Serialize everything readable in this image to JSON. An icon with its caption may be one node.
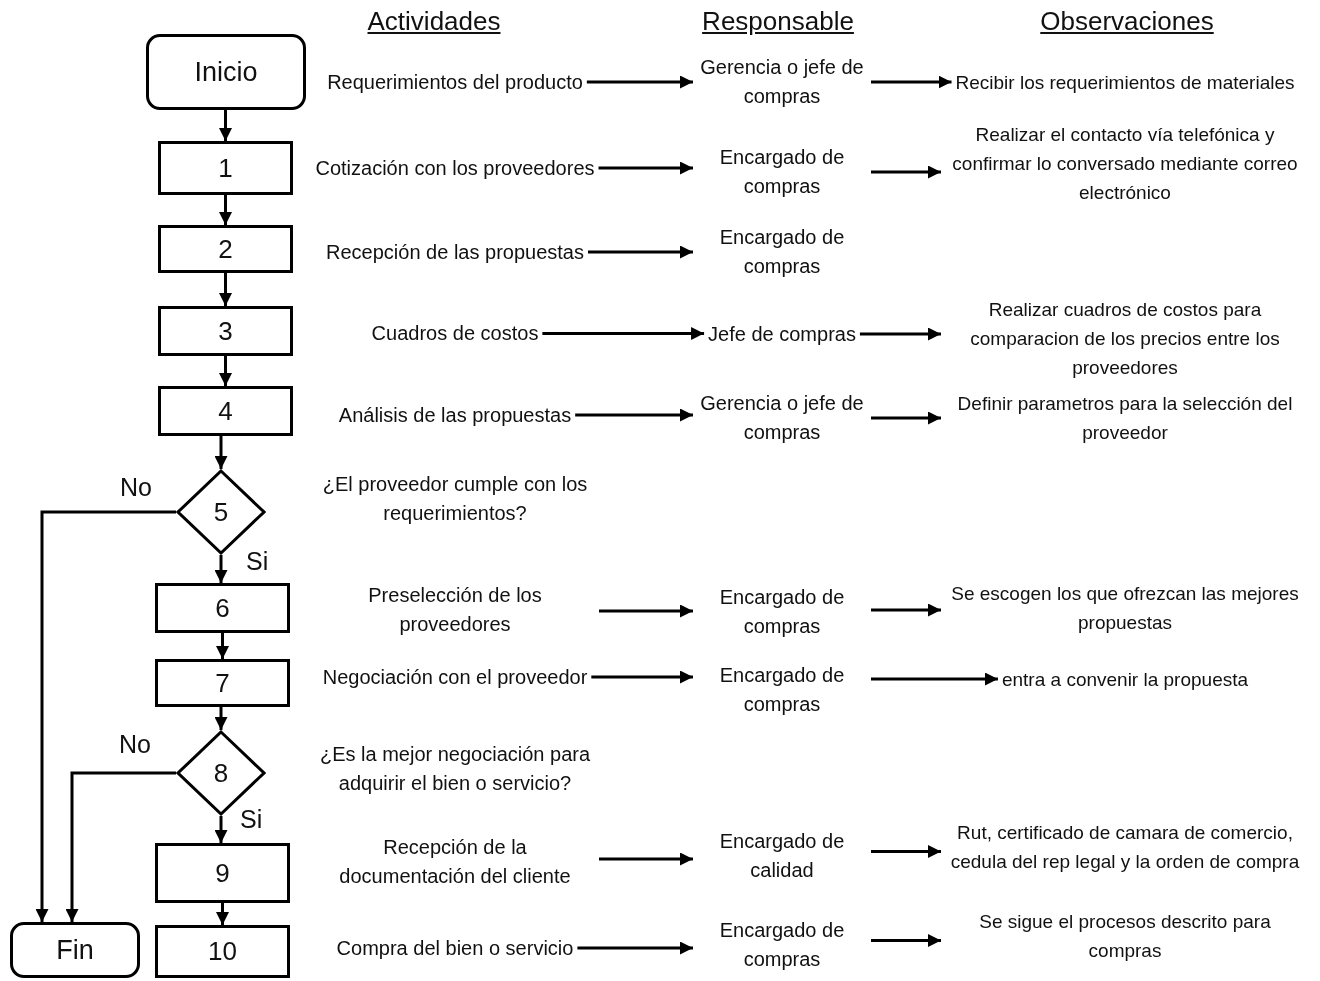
{
  "diagram": {
    "nodes": [
      {
        "text": [
          "Inicio"
        ]
      },
      {
        "text": [
          "Requerimientos del producto"
        ]
      },
      {
        "text": [
          "Gerencia o jefe de compras"
        ]
      },
      {
        "text": [
          "Recibir los requerimientos de materiales"
        ]
      },
      {
        "text": [
          "1"
        ]
      },
      {
        "text": [
          "Cotización con los proveedores"
        ]
      },
      {
        "text": [
          "Encargado de compras"
        ]
      },
      {
        "text": [
          "Realizar el contacto vía telefónica y confirmar lo conversado mediante correo electrónico"
        ]
      },
      {
        "text": [
          "2"
        ]
      },
      {
        "text": [
          "Recepción de las propuestas"
        ]
      },
      {
        "text": [
          "Encargado de compras"
        ]
      },
      {
        "text": [
          "3"
        ]
      },
      {
        "text": [
          "Cuadros de costos"
        ]
      },
      {
        "text": [
          "Jefe de compras"
        ]
      },
      {
        "text": [
          "Realizar cuadros de costos para comparacion de los precios entre los proveedores"
        ]
      },
      {
        "text": [
          "4"
        ]
      },
      {
        "text": [
          "Análisis de las propuestas"
        ]
      },
      {
        "text": [
          "Gerencia o jefe de compras"
        ]
      },
      {
        "text": [
          "Definir parametros para la selección del proveedor"
        ]
      },
      {
        "text": [
          "5"
        ],
        "beside": [
          "¿El proveedor cumple con los requerimientos?"
        ]
      },
      {
        "text": [
          "6"
        ]
      },
      {
        "text": [
          "Preselección de los proveedores"
        ]
      },
      {
        "text": [
          "Encargado de compras"
        ]
      },
      {
        "text": [
          "Se escogen los que ofrezcan las mejores propuestas"
        ]
      },
      {
        "text": [
          "7"
        ]
      },
      {
        "text": [
          "Negociación con el proveedor"
        ]
      },
      {
        "text": [
          "Encargado de compras"
        ]
      },
      {
        "text": [
          "entra a convenir la propuesta"
        ]
      },
      {
        "text": [
          "8"
        ],
        "beside": [
          "¿Es la mejor negociación para adquirir el bien o servicio?"
        ]
      },
      {
        "text": [
          "9"
        ]
      },
      {
        "text": [
          "Recepción de la documentación del cliente"
        ]
      },
      {
        "text": [
          "Encargado de calidad"
        ]
      },
      {
        "text": [
          "Rut, certificado de camara de comercio, cedula del rep legal y la orden de compra"
        ]
      },
      {
        "text": [
          "Fin"
        ]
      },
      {
        "text": [
          "10"
        ]
      },
      {
        "text": [
          "Compra del bien o servicio"
        ]
      },
      {
        "text": [
          "Encargado de compras"
        ]
      },
      {
        "text": [
          "Se sigue el procesos descrito para compras"
        ]
      }
    ],
    "edges": [
      {
        "from": 0,
        "to": 4,
        "arrow": "to"
      },
      {
        "from": 4,
        "to": 8,
        "arrow": "to"
      },
      {
        "from": 8,
        "to": 11,
        "arrow": "to"
      },
      {
        "from": 11,
        "to": 15,
        "arrow": "to"
      },
      {
        "from": 15,
        "to": 19,
        "arrow": "to"
      },
      {
        "from": 19,
        "to": 20,
        "arrow": "to",
        "label": "Si"
      },
      {
        "from": 19,
        "to": 33,
        "arrow": "to",
        "label": "No"
      },
      {
        "from": 20,
        "to": 24,
        "arrow": "to"
      },
      {
        "from": 24,
        "to": 28,
        "arrow": "to"
      },
      {
        "from": 28,
        "to": 29,
        "arrow": "to",
        "label": "Si"
      },
      {
        "from": 28,
        "to": 33,
        "arrow": "to",
        "label": "No"
      },
      {
        "from": 29,
        "to": 34,
        "arrow": "to"
      },
      {
        "from": 1,
        "to": 2,
        "arrow": "to"
      },
      {
        "from": 2,
        "to": 3,
        "arrow": "to"
      },
      {
        "from": 5,
        "to": 6,
        "arrow": "to"
      },
      {
        "from": 6,
        "to": 7,
        "arrow": "to"
      },
      {
        "from": 9,
        "to": 10,
        "arrow": "to"
      },
      {
        "from": 12,
        "to": 13,
        "arrow": "to"
      },
      {
        "from": 13,
        "to": 14,
        "arrow": "to"
      },
      {
        "from": 16,
        "to": 17,
        "arrow": "to"
      },
      {
        "from": 17,
        "to": 18,
        "arrow": "to"
      },
      {
        "from": 21,
        "to": 22,
        "arrow": "to"
      },
      {
        "from": 22,
        "to": 23,
        "arrow": "to"
      },
      {
        "from": 25,
        "to": 26,
        "arrow": "to"
      },
      {
        "from": 26,
        "to": 27,
        "arrow": "to"
      },
      {
        "from": 30,
        "to": 31,
        "arrow": "to"
      },
      {
        "from": 31,
        "to": 32,
        "arrow": "to"
      },
      {
        "from": 35,
        "to": 36,
        "arrow": "to"
      },
      {
        "from": 36,
        "to": 37,
        "arrow": "to"
      }
    ],
    "labels": [
      "Actividades",
      "Responsable",
      "Observaciones"
    ]
  }
}
